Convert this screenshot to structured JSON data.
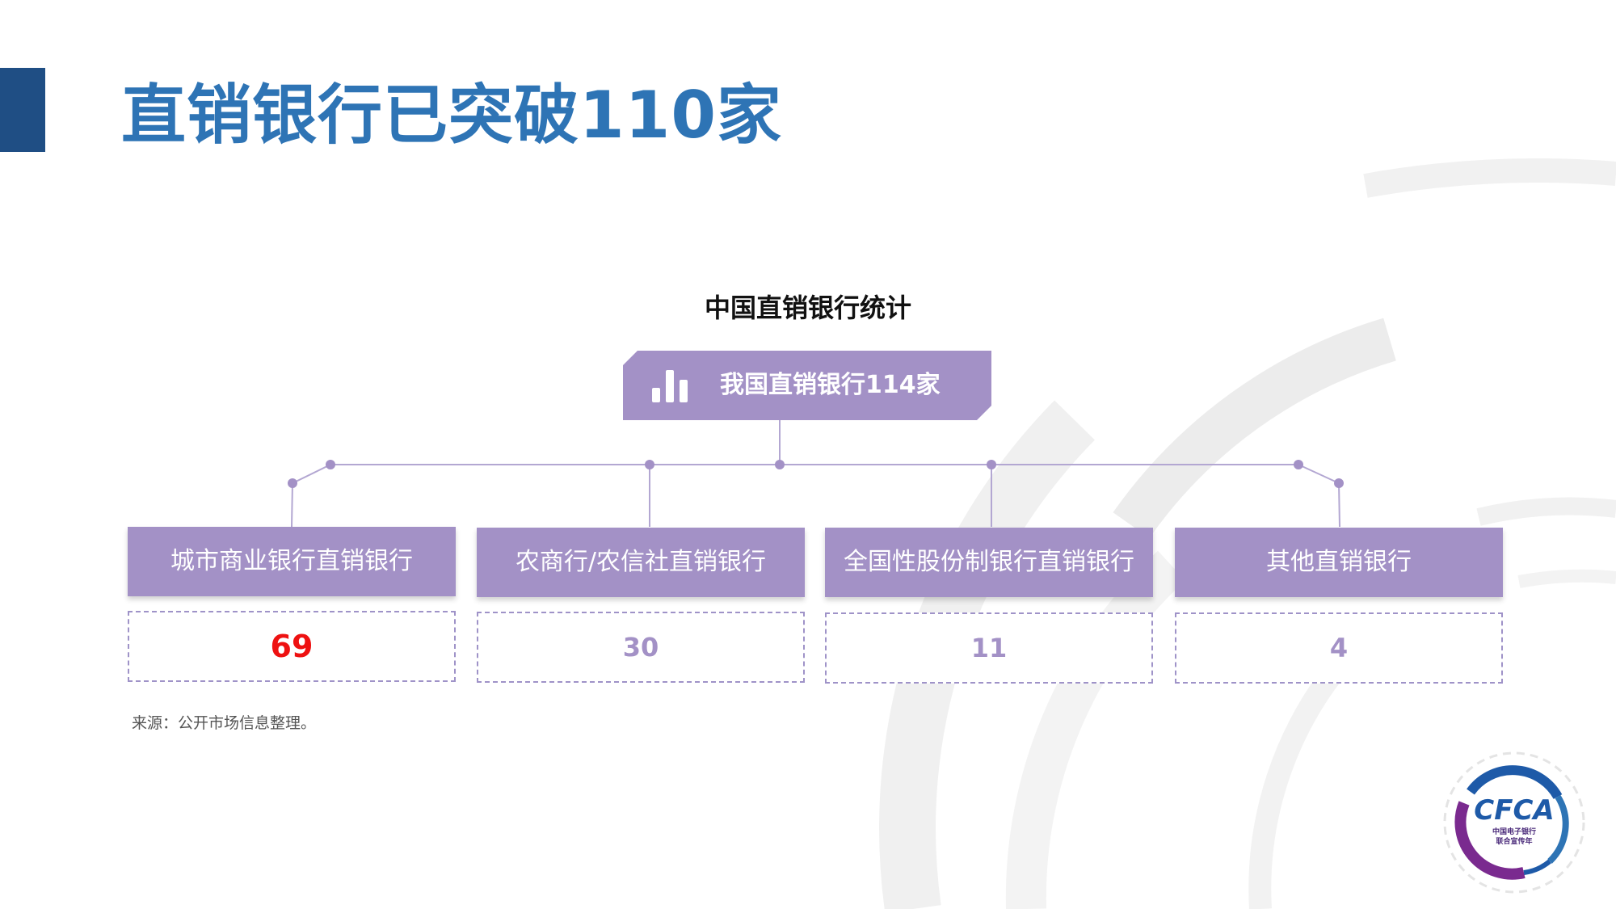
{
  "page": {
    "title": "直销银行已突破110家",
    "source_note": "来源：公开市场信息整理。"
  },
  "diagram": {
    "title": "中国直销银行统计",
    "root": {
      "label": "我国直销银行114家",
      "icon": "bar-chart-icon"
    },
    "categories": [
      {
        "label": "城市商业银行直销银行",
        "value": "69",
        "highlight": true
      },
      {
        "label": "农商行/农信社直销银行",
        "value": "30"
      },
      {
        "label": "全国性股份制银行直销银行",
        "value": "11"
      },
      {
        "label": "其他直销银行",
        "value": "4"
      }
    ]
  },
  "logo": {
    "text": "CFCA",
    "subtitle_line1": "中国电子银行",
    "subtitle_line2": "联合宣传年"
  },
  "colors": {
    "accent_bar": "#1f4e84",
    "title_blue": "#2e74b5",
    "node_purple": "#a391c6",
    "highlight_red": "#ee1111"
  }
}
